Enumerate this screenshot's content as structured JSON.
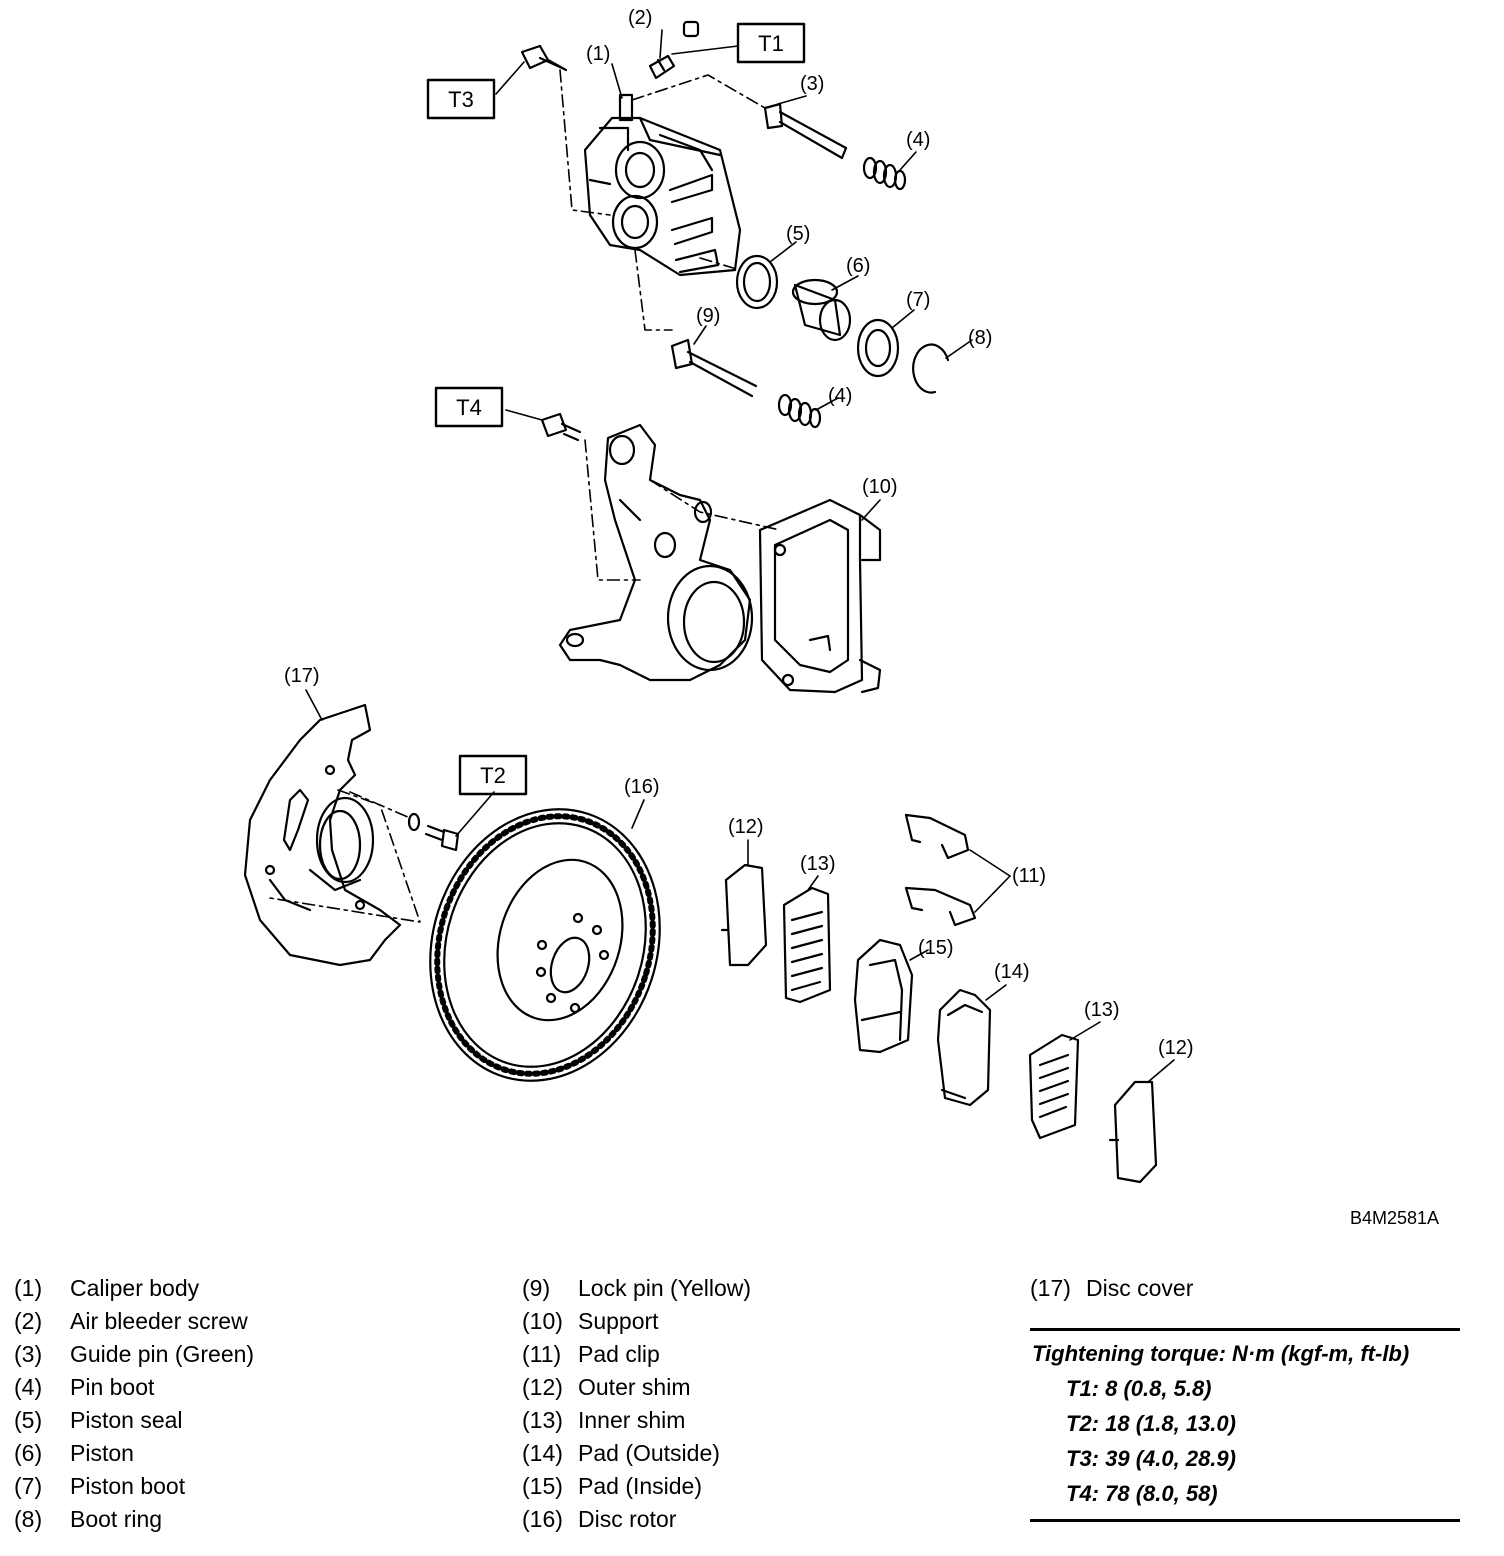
{
  "diagram_code": "B4M2581A",
  "callouts": {
    "c1": "(1)",
    "c2": "(2)",
    "c3": "(3)",
    "c4a": "(4)",
    "c4b": "(4)",
    "c5": "(5)",
    "c6": "(6)",
    "c7": "(7)",
    "c8": "(8)",
    "c9": "(9)",
    "c10": "(10)",
    "c11": "(11)",
    "c12a": "(12)",
    "c12b": "(12)",
    "c13a": "(13)",
    "c13b": "(13)",
    "c14": "(14)",
    "c15": "(15)",
    "c16": "(16)",
    "c17": "(17)"
  },
  "torque_boxes": {
    "t1": "T1",
    "t2": "T2",
    "t3": "T3",
    "t4": "T4"
  },
  "legend": {
    "col1": [
      {
        "num": "(1)",
        "name": "Caliper body"
      },
      {
        "num": "(2)",
        "name": "Air bleeder screw"
      },
      {
        "num": "(3)",
        "name": "Guide pin (Green)"
      },
      {
        "num": "(4)",
        "name": "Pin boot"
      },
      {
        "num": "(5)",
        "name": "Piston seal"
      },
      {
        "num": "(6)",
        "name": "Piston"
      },
      {
        "num": "(7)",
        "name": "Piston boot"
      },
      {
        "num": "(8)",
        "name": "Boot ring"
      }
    ],
    "col2": [
      {
        "num": "(9)",
        "name": "Lock pin (Yellow)"
      },
      {
        "num": "(10)",
        "name": "Support"
      },
      {
        "num": "(11)",
        "name": "Pad clip"
      },
      {
        "num": "(12)",
        "name": "Outer shim"
      },
      {
        "num": "(13)",
        "name": "Inner shim"
      },
      {
        "num": "(14)",
        "name": "Pad (Outside)"
      },
      {
        "num": "(15)",
        "name": "Pad (Inside)"
      },
      {
        "num": "(16)",
        "name": "Disc rotor"
      }
    ],
    "col3": [
      {
        "num": "(17)",
        "name": "Disc cover"
      }
    ]
  },
  "torque": {
    "heading": "Tightening torque: N·m (kgf-m, ft-lb)",
    "rows": [
      "T1: 8 (0.8, 5.8)",
      "T2: 18 (1.8, 13.0)",
      "T3: 39 (4.0, 28.9)",
      "T4: 78 (8.0, 58)"
    ]
  }
}
